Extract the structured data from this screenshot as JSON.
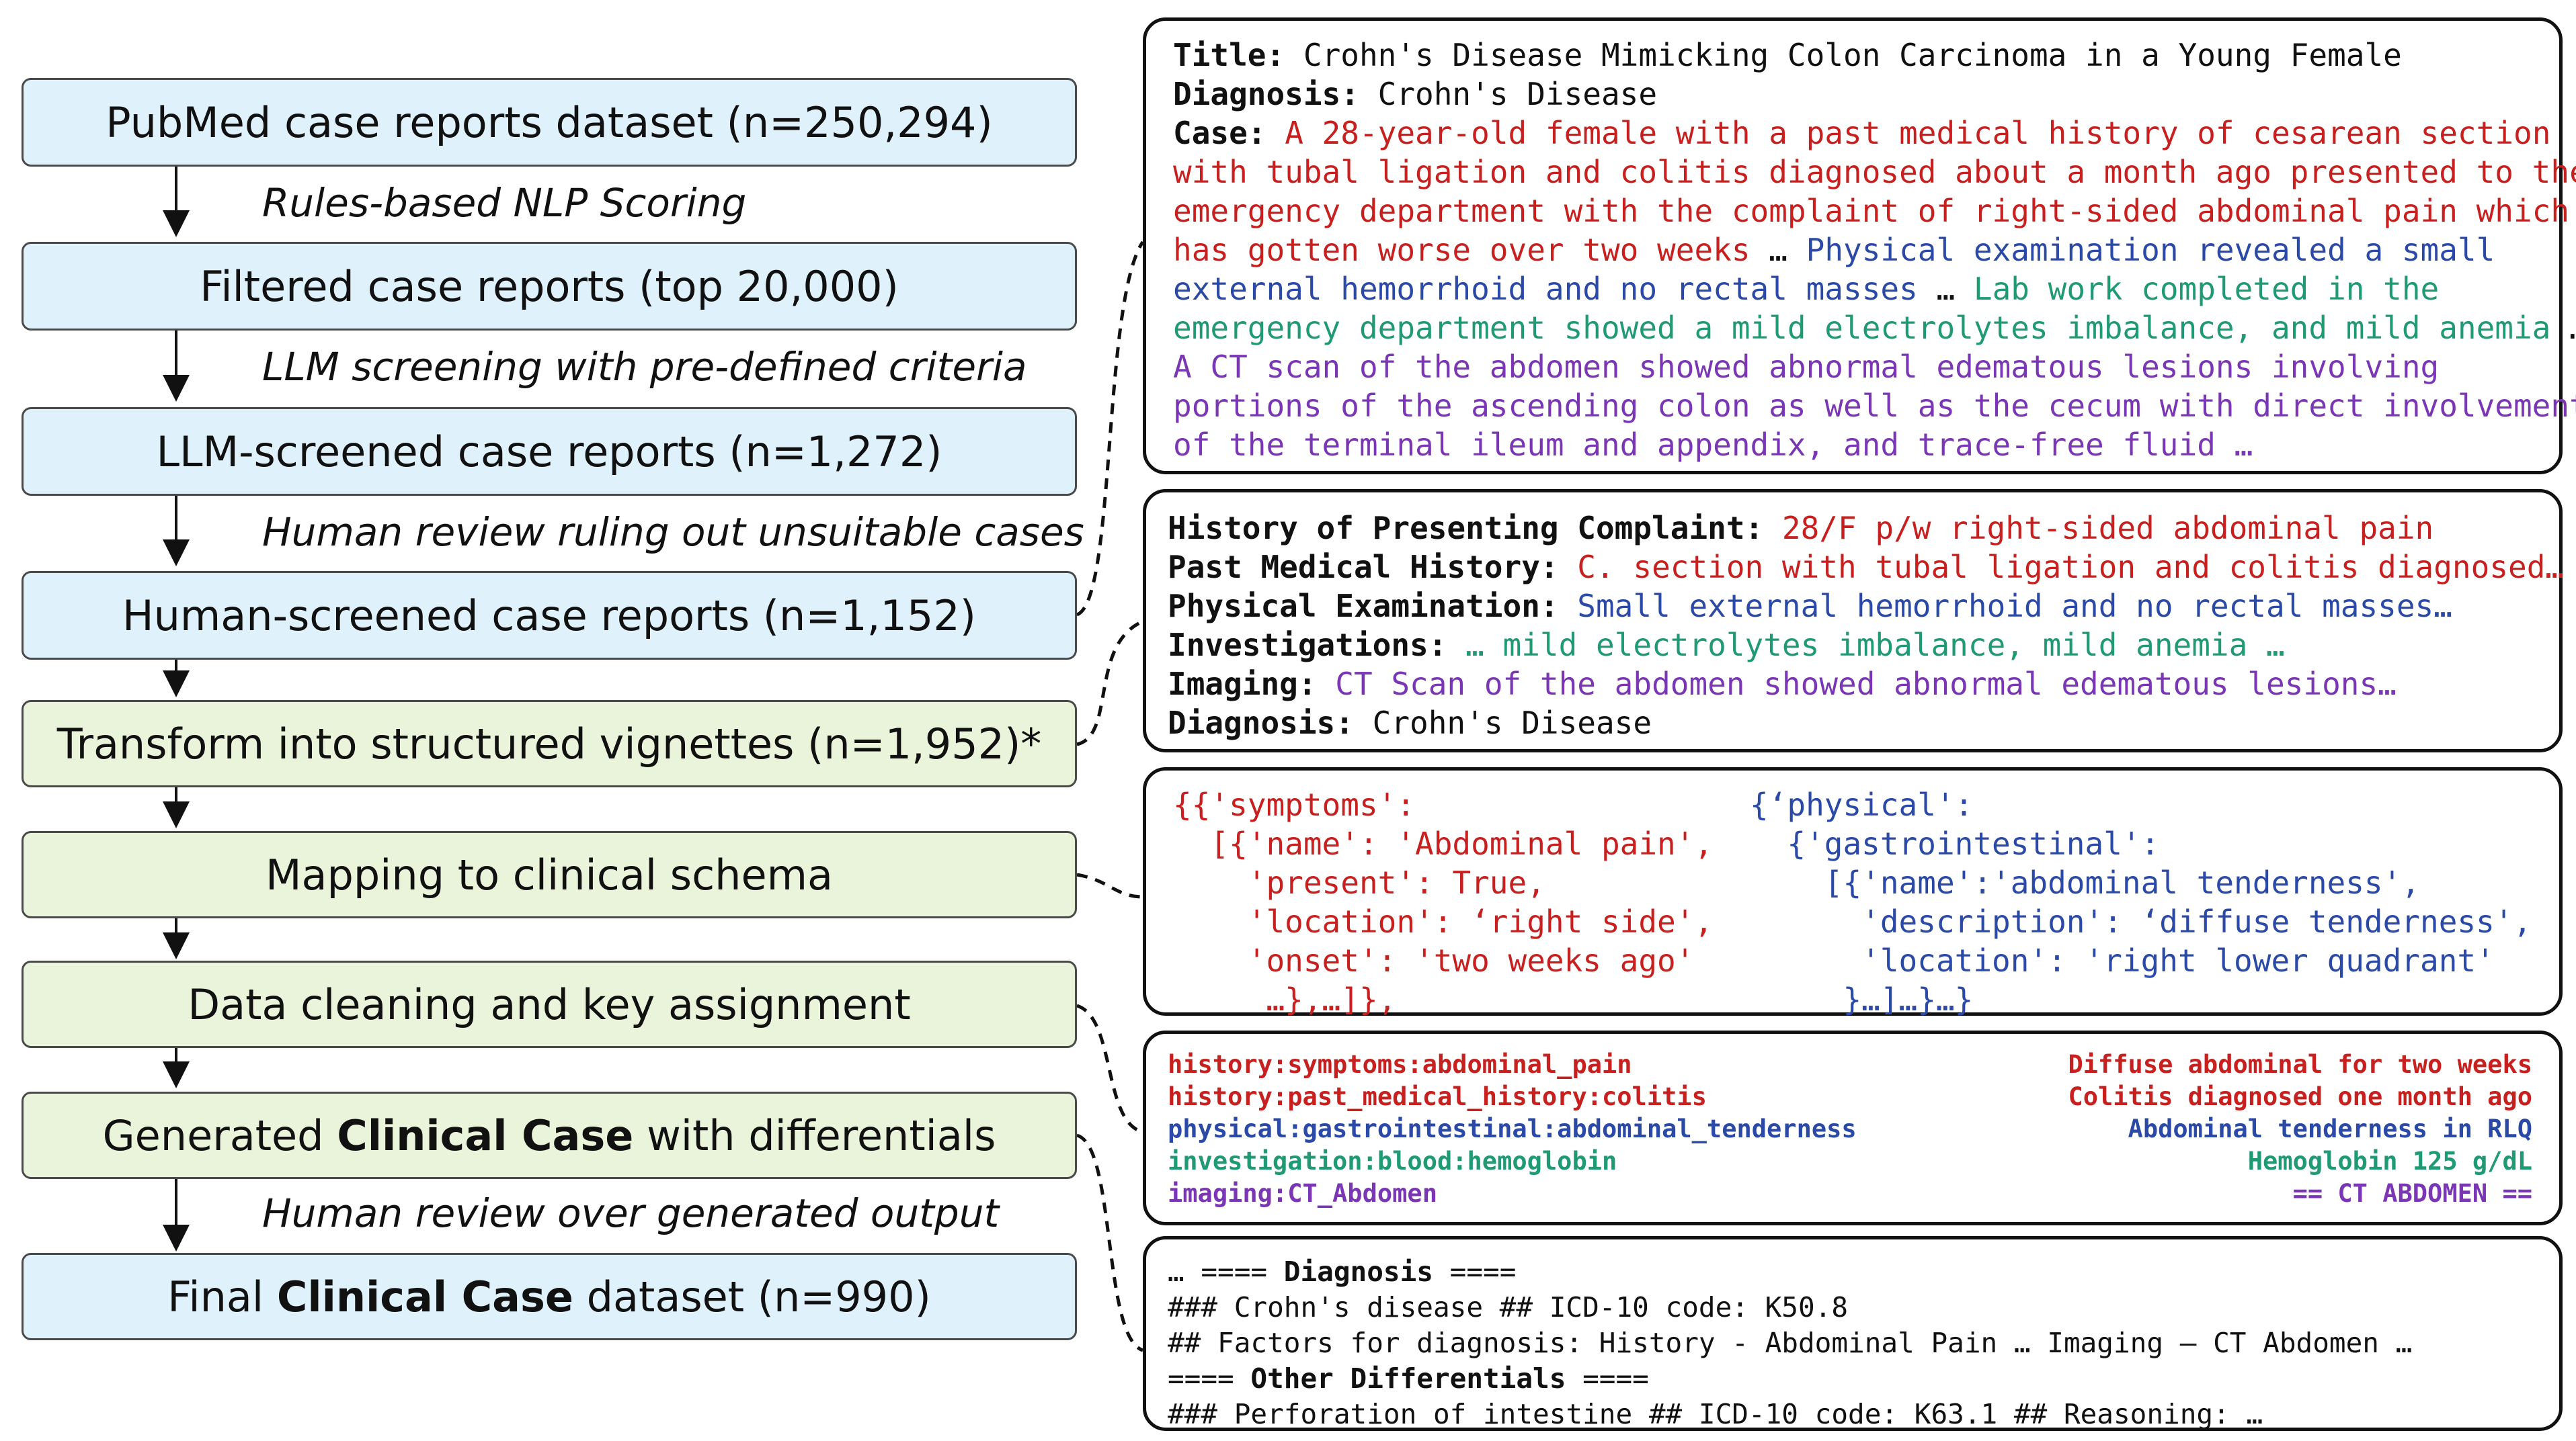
{
  "steps": [
    {
      "pre": "PubMed case reports dataset (n=250,294)",
      "bold": "",
      "post": ""
    },
    {
      "pre": "Filtered case reports (top 20,000)",
      "bold": "",
      "post": ""
    },
    {
      "pre": "LLM-screened case reports (n=1,272)",
      "bold": "",
      "post": ""
    },
    {
      "pre": "Human-screened case reports (n=1,152)",
      "bold": "",
      "post": ""
    },
    {
      "pre": "Transform into structured vignettes (n=1,952)*",
      "bold": "",
      "post": ""
    },
    {
      "pre": "Mapping to clinical schema",
      "bold": "",
      "post": ""
    },
    {
      "pre": "Data cleaning and key assignment",
      "bold": "",
      "post": ""
    },
    {
      "pre": "Generated ",
      "bold": "Clinical Case",
      "post": " with differentials"
    },
    {
      "pre": "Final ",
      "bold": "Clinical Case",
      "post": " dataset (n=990)"
    }
  ],
  "notes": [
    "Rules-based NLP Scoring",
    "LLM screening with pre-defined criteria",
    "Human review ruling out unsuitable cases",
    "Human review over generated output"
  ],
  "panel1": {
    "title_label": "Title:",
    "title": "Crohn's Disease Mimicking Colon Carcinoma in a Young Female",
    "diagnosis_label": "Diagnosis:",
    "diagnosis": "Crohn's Disease",
    "case_label": "Case:",
    "lines": [
      [
        {
          "t": "A 28-year-old female with a past medical history of cesarean section",
          "c": "red"
        }
      ],
      [
        {
          "t": "with tubal ligation and colitis diagnosed about a month ago presented to the",
          "c": "red"
        }
      ],
      [
        {
          "t": "emergency department with the complaint of right-sided abdominal pain which",
          "c": "red"
        }
      ],
      [
        {
          "t": "has gotten worse over two weeks",
          "c": "red"
        },
        {
          "t": " … ",
          "c": "blk"
        },
        {
          "t": "Physical examination revealed a small",
          "c": "blu"
        }
      ],
      [
        {
          "t": "external hemorrhoid and no rectal masses",
          "c": "blu"
        },
        {
          "t": " … ",
          "c": "blk"
        },
        {
          "t": "Lab work completed in the",
          "c": "grn"
        }
      ],
      [
        {
          "t": "emergency department showed a mild electrolytes imbalance, and mild anemia",
          "c": "grn"
        },
        {
          "t": " …",
          "c": "blk"
        }
      ],
      [
        {
          "t": "A CT scan of the abdomen showed abnormal edematous lesions involving",
          "c": "pur"
        }
      ],
      [
        {
          "t": "portions of the ascending colon as well as the cecum with direct involvement",
          "c": "pur"
        }
      ],
      [
        {
          "t": "of the terminal ileum and appendix, and trace-free fluid …",
          "c": "pur"
        }
      ]
    ]
  },
  "panel2": {
    "rows": [
      {
        "label": "History of Presenting Complaint:",
        "value": "28/F p/w right-sided abdominal pain",
        "c": "red"
      },
      {
        "label": "Past Medical History:",
        "value": "C. section with tubal ligation and colitis diagnosed…",
        "c": "red"
      },
      {
        "label": "Physical Examination:",
        "value": "Small external hemorrhoid and no rectal masses…",
        "c": "blu"
      },
      {
        "label": "Investigations:",
        "value": "… mild electrolytes imbalance, mild anemia …",
        "c": "grn"
      },
      {
        "label": "Imaging:",
        "value": "CT Scan of the abdomen showed abnormal edematous lesions…",
        "c": "pur"
      },
      {
        "label": "Diagnosis:",
        "value": "Crohn's Disease",
        "c": "blk"
      }
    ]
  },
  "panel3": {
    "left": [
      "{{'symptoms':",
      "  [{'name': 'Abdominal pain',",
      "    'present': True,",
      "    'location': ‘right side',",
      "    'onset': 'two weeks ago'",
      "     …},…]},"
    ],
    "right": [
      "{‘physical':",
      "  {'gastrointestinal':",
      "    [{'name':'abdominal tenderness',",
      "      'description': ‘diffuse tenderness',",
      "      'location': 'right lower quadrant'",
      "     }…]…}…}"
    ]
  },
  "panel4": {
    "rows": [
      {
        "key": "history:symptoms:abdominal_pain",
        "value": "Diffuse abdominal for two weeks",
        "c": "red"
      },
      {
        "key": "history:past_medical_history:colitis",
        "value": "Colitis diagnosed one month ago",
        "c": "red"
      },
      {
        "key": "physical:gastrointestinal:abdominal_tenderness",
        "value": "Abdominal tenderness in RLQ",
        "c": "blu"
      },
      {
        "key": "investigation:blood:hemoglobin",
        "value": "Hemoglobin 125 g/dL",
        "c": "grn"
      },
      {
        "key": "imaging:CT_Abdomen",
        "value": "== CT ABDOMEN ==",
        "c": "pur"
      }
    ]
  },
  "panel5": {
    "lines": [
      {
        "pre": "… ==== ",
        "bold": "Diagnosis",
        "post": " ===="
      },
      {
        "pre": "### Crohn's disease ## ICD-10 code: K50.8",
        "bold": "",
        "post": ""
      },
      {
        "pre": "## Factors for diagnosis: History - Abdominal Pain … Imaging – CT Abdomen …",
        "bold": "",
        "post": ""
      },
      {
        "pre": "==== ",
        "bold": "Other Differentials",
        "post": " ===="
      },
      {
        "pre": "### Perforation of intestine ## ICD-10 code: K63.1 ## Reasoning: …",
        "bold": "",
        "post": ""
      }
    ]
  },
  "colors": {
    "step_blue": "#dff1fb",
    "step_green": "#eaf4da",
    "red": "#c8201f",
    "blue": "#2b4aa8",
    "green": "#1f9a74",
    "purple": "#7a36b4"
  }
}
